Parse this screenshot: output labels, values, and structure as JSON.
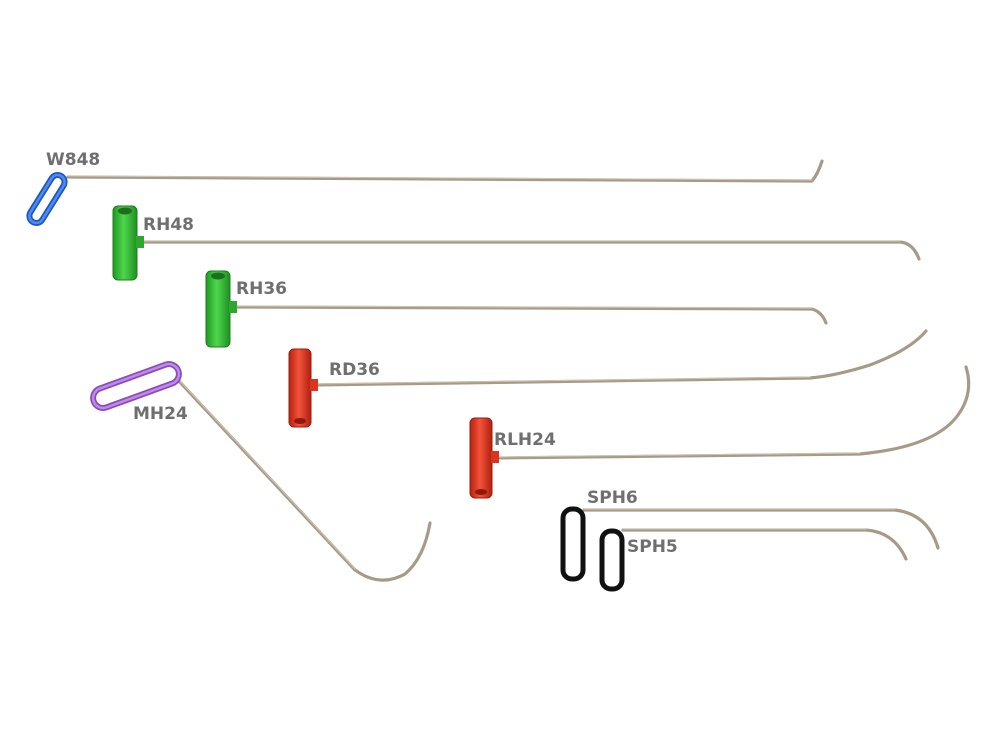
{
  "tools": [
    {
      "label": "W848",
      "handle": "loop",
      "handle_color": "#2f6fe0"
    },
    {
      "label": "RH48",
      "handle": "t-handle",
      "handle_color": "#38c23a"
    },
    {
      "label": "RH36",
      "handle": "t-handle",
      "handle_color": "#38c23a"
    },
    {
      "label": "RD36",
      "handle": "t-handle",
      "handle_color": "#e43a24"
    },
    {
      "label": "MH24",
      "handle": "loop",
      "handle_color": "#9b5cc8"
    },
    {
      "label": "RLH24",
      "handle": "t-handle",
      "handle_color": "#e43a24"
    },
    {
      "label": "SPH6",
      "handle": "loop",
      "handle_color": "#141414"
    },
    {
      "label": "SPH5",
      "handle": "loop",
      "handle_color": "#141414"
    }
  ],
  "rod_color": "#a79a86",
  "background_color": "#ffffff"
}
